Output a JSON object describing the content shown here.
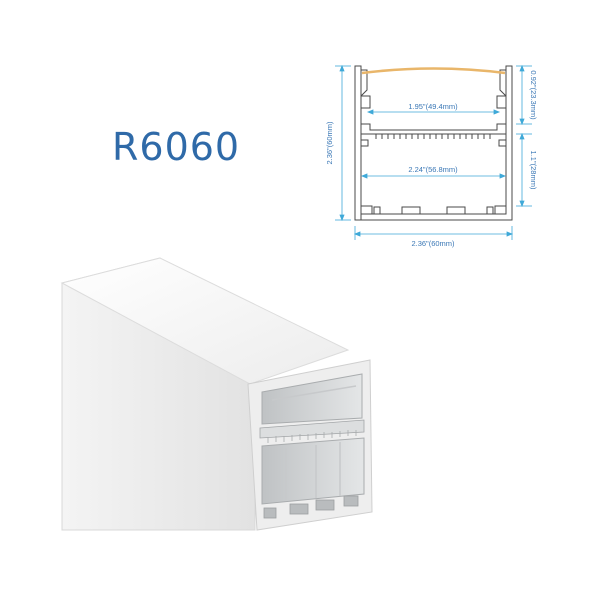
{
  "product": {
    "name": "R6060"
  },
  "dimensions": {
    "inner_top_width": "1.95\"(49.4mm)",
    "inner_bottom_width": "2.24\"(56.8mm)",
    "overall_width": "2.36\"(60mm)",
    "overall_height": "2.36\"(60mm)",
    "upper_height": "0.92\"(23.3mm)",
    "lower_height": "1.1\"(28mm)"
  },
  "colors": {
    "title": "#2f6aa8",
    "dimension_line": "#3fa9d8",
    "profile_outline": "#4a4a4a",
    "diffuser": "#e9b66a"
  }
}
